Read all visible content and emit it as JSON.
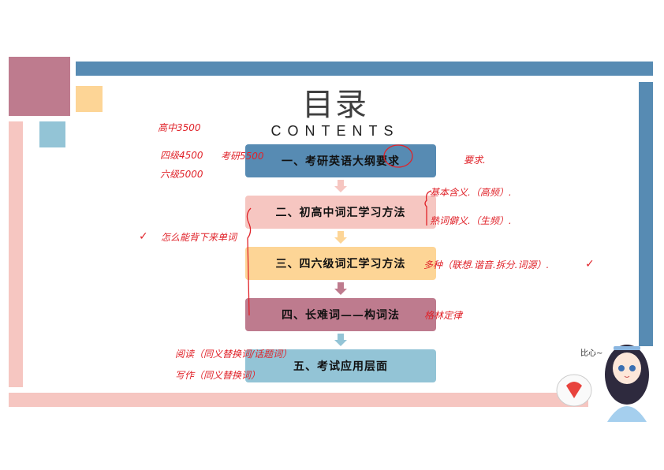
{
  "slide": {
    "title": "目录",
    "subtitle": "CONTENTS",
    "items": [
      {
        "label": "一、考研英语大纲要求",
        "color": "#578bb3"
      },
      {
        "label": "二、初高中词汇学习方法",
        "color": "#f6c6c1"
      },
      {
        "label": "三、四六级词汇学习方法",
        "color": "#fdd596"
      },
      {
        "label": "四、长难词——构词法",
        "color": "#be7b8e"
      },
      {
        "label": "五、考试应用层面",
        "color": "#93c4d6"
      }
    ],
    "arrows": [
      {
        "color": "#f6c6c1"
      },
      {
        "color": "#fdd596"
      },
      {
        "color": "#be7b8e"
      },
      {
        "color": "#93c4d6"
      }
    ],
    "colors": {
      "blue": "#578bb3",
      "mauve": "#be7b8e",
      "pink": "#f6c6c1",
      "peach": "#fdd596",
      "lightblue": "#93c4d6",
      "annotation_red": "#e0232a"
    }
  },
  "annotations": {
    "vocab_counts": [
      "高中3500",
      "四级4500",
      "六级5000"
    ],
    "kaoyan_count": "考研5500",
    "requirement": "要求.",
    "item2_notes": [
      "基本含义.（高频）.",
      "熟词僻义.（生频）."
    ],
    "item3_note": "多种（联想.谐音.拆分.词源）.",
    "item3_check": "✓",
    "item4_note": "格林定律",
    "left_note": "怎么能背下来单词",
    "left_check": "✓",
    "item5_notes": [
      "阅读（同义替换词/话题词）",
      "写作（同义替换词）"
    ],
    "mascot_caption": "比心~"
  }
}
